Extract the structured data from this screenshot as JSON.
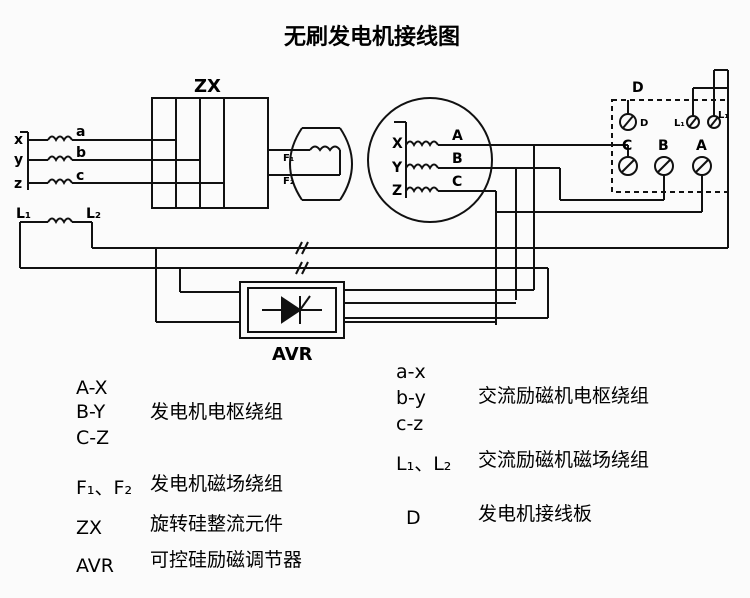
{
  "title": "无刷发电机接线图",
  "labels": {
    "zx": "ZX",
    "d": "D",
    "avr": "AVR",
    "x": "x",
    "y": "y",
    "z": "z",
    "a": "a",
    "b": "b",
    "c": "c",
    "L1": "L₁",
    "L2": "L₂",
    "F1": "F₁",
    "F2": "F₂",
    "X": "X",
    "Y": "Y",
    "Z": "Z",
    "A": "A",
    "B": "B",
    "C": "C",
    "term_D": "D",
    "term_L1": "L₁",
    "term_L1b": "L₁",
    "term_C": "C",
    "term_B": "B",
    "term_A": "A"
  },
  "legend_left": [
    {
      "code": "A-X",
      "desc": ""
    },
    {
      "code": "B-Y",
      "desc": "发电机电枢绕组"
    },
    {
      "code": "C-Z",
      "desc": ""
    },
    {
      "code": "F₁、F₂",
      "desc": "发电机磁场绕组"
    },
    {
      "code": "ZX",
      "desc": "旋转硅整流元件"
    },
    {
      "code": "AVR",
      "desc": "可控硅励磁调节器"
    }
  ],
  "legend_right": [
    {
      "code": "a-x",
      "desc": ""
    },
    {
      "code": "b-y",
      "desc": "交流励磁机电枢绕组"
    },
    {
      "code": "c-z",
      "desc": ""
    },
    {
      "code": "L₁、L₂",
      "desc": "交流励磁机磁场绕组"
    },
    {
      "code": "D",
      "desc": "发电机接线板"
    }
  ]
}
